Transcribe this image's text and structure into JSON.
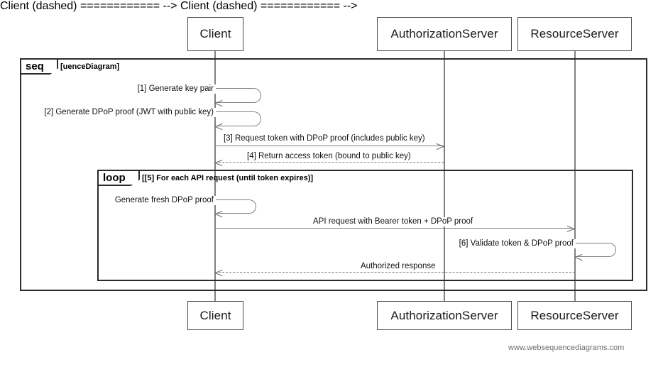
{
  "diagram": {
    "type": "uml-sequence-diagram",
    "watermark": "www.websequencediagrams.com",
    "participants": [
      {
        "id": "client",
        "label": "Client"
      },
      {
        "id": "authorization_server",
        "label": "AuthorizationServer"
      },
      {
        "id": "resource_server",
        "label": "ResourceServer"
      }
    ],
    "fragments": [
      {
        "id": "seq",
        "keyword": "seq",
        "label": "[uenceDiagram]"
      },
      {
        "id": "loop",
        "keyword": "loop",
        "label": "[[5] For each API request (until token expires)]"
      }
    ],
    "messages": [
      {
        "id": "m1",
        "text": "[1] Generate key pair",
        "kind": "self",
        "from": "client",
        "to": "client",
        "style": "solid"
      },
      {
        "id": "m2",
        "text": "[2] Generate DPoP proof (JWT with public key)",
        "kind": "self",
        "from": "client",
        "to": "client",
        "style": "solid"
      },
      {
        "id": "m3",
        "text": "[3] Request token with DPoP proof (includes public key)",
        "kind": "call",
        "from": "client",
        "to": "authorization_server",
        "style": "solid"
      },
      {
        "id": "m4",
        "text": "[4] Return access token (bound to public key)",
        "kind": "return",
        "from": "authorization_server",
        "to": "client",
        "style": "dashed"
      },
      {
        "id": "m5",
        "text": "Generate fresh DPoP proof",
        "kind": "self",
        "from": "client",
        "to": "client",
        "style": "solid"
      },
      {
        "id": "m6",
        "text": "API request with Bearer token + DPoP proof",
        "kind": "call",
        "from": "client",
        "to": "resource_server",
        "style": "solid"
      },
      {
        "id": "m7",
        "text": "[6] Validate token & DPoP proof",
        "kind": "self",
        "from": "resource_server",
        "to": "resource_server",
        "style": "solid"
      },
      {
        "id": "m8",
        "text": "Authorized response",
        "kind": "return",
        "from": "resource_server",
        "to": "client",
        "style": "dashed"
      }
    ],
    "colors": {
      "background": "#ffffff",
      "box_border": "#4d4d4d",
      "lifeline": "#808080",
      "frame_border": "#2b2b2b",
      "message_line": "#808080",
      "text": "#111111",
      "watermark": "#6d6d6d"
    }
  }
}
